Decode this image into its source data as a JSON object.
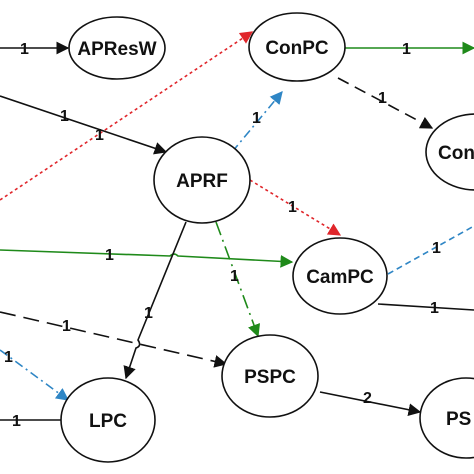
{
  "colors": {
    "black": "#111111",
    "red": "#e0262b",
    "green": "#1f8a1a",
    "blue": "#2f86c5"
  },
  "nodes": [
    {
      "id": "apresw",
      "label": "APResW"
    },
    {
      "id": "conpc",
      "label": "ConPC"
    },
    {
      "id": "con",
      "label": "Con"
    },
    {
      "id": "aprf",
      "label": "APRF"
    },
    {
      "id": "campc",
      "label": "CamPC"
    },
    {
      "id": "pspc",
      "label": "PSPC"
    },
    {
      "id": "lpc",
      "label": "LPC"
    },
    {
      "id": "ps",
      "label": "PS"
    }
  ],
  "edges": [
    {
      "id": "e-apresw-in",
      "label": "1",
      "color": "black",
      "style": "solid"
    },
    {
      "id": "e-aprf-in",
      "label": "1",
      "color": "black",
      "style": "solid"
    },
    {
      "id": "e-conpc-in",
      "label": "1",
      "color": "red",
      "style": "dotted"
    },
    {
      "id": "e-conpc-out",
      "label": "1",
      "color": "green",
      "style": "solid"
    },
    {
      "id": "e-conpc-con",
      "label": "1",
      "color": "black",
      "style": "dashed"
    },
    {
      "id": "e-aprf-conpc",
      "label": "1",
      "color": "blue",
      "style": "dashdot"
    },
    {
      "id": "e-aprf-campc",
      "label": "1",
      "color": "red",
      "style": "dotted"
    },
    {
      "id": "e-campc-in",
      "label": "1",
      "color": "green",
      "style": "solid"
    },
    {
      "id": "e-campc-out",
      "label": "1",
      "color": "blue",
      "style": "dashed"
    },
    {
      "id": "e-campc-right",
      "label": "1",
      "color": "black",
      "style": "solid"
    },
    {
      "id": "e-aprf-pspc",
      "label": "1",
      "color": "green",
      "style": "dashdot"
    },
    {
      "id": "e-aprf-lpc",
      "label": "1",
      "color": "black",
      "style": "solid"
    },
    {
      "id": "e-pspc-in",
      "label": "1",
      "color": "black",
      "style": "dashed"
    },
    {
      "id": "e-lpc-in-blue",
      "label": "1",
      "color": "blue",
      "style": "dashdot"
    },
    {
      "id": "e-lpc-in",
      "label": "1",
      "color": "black",
      "style": "solid"
    },
    {
      "id": "e-pspc-ps",
      "label": "2",
      "color": "black",
      "style": "solid"
    }
  ]
}
